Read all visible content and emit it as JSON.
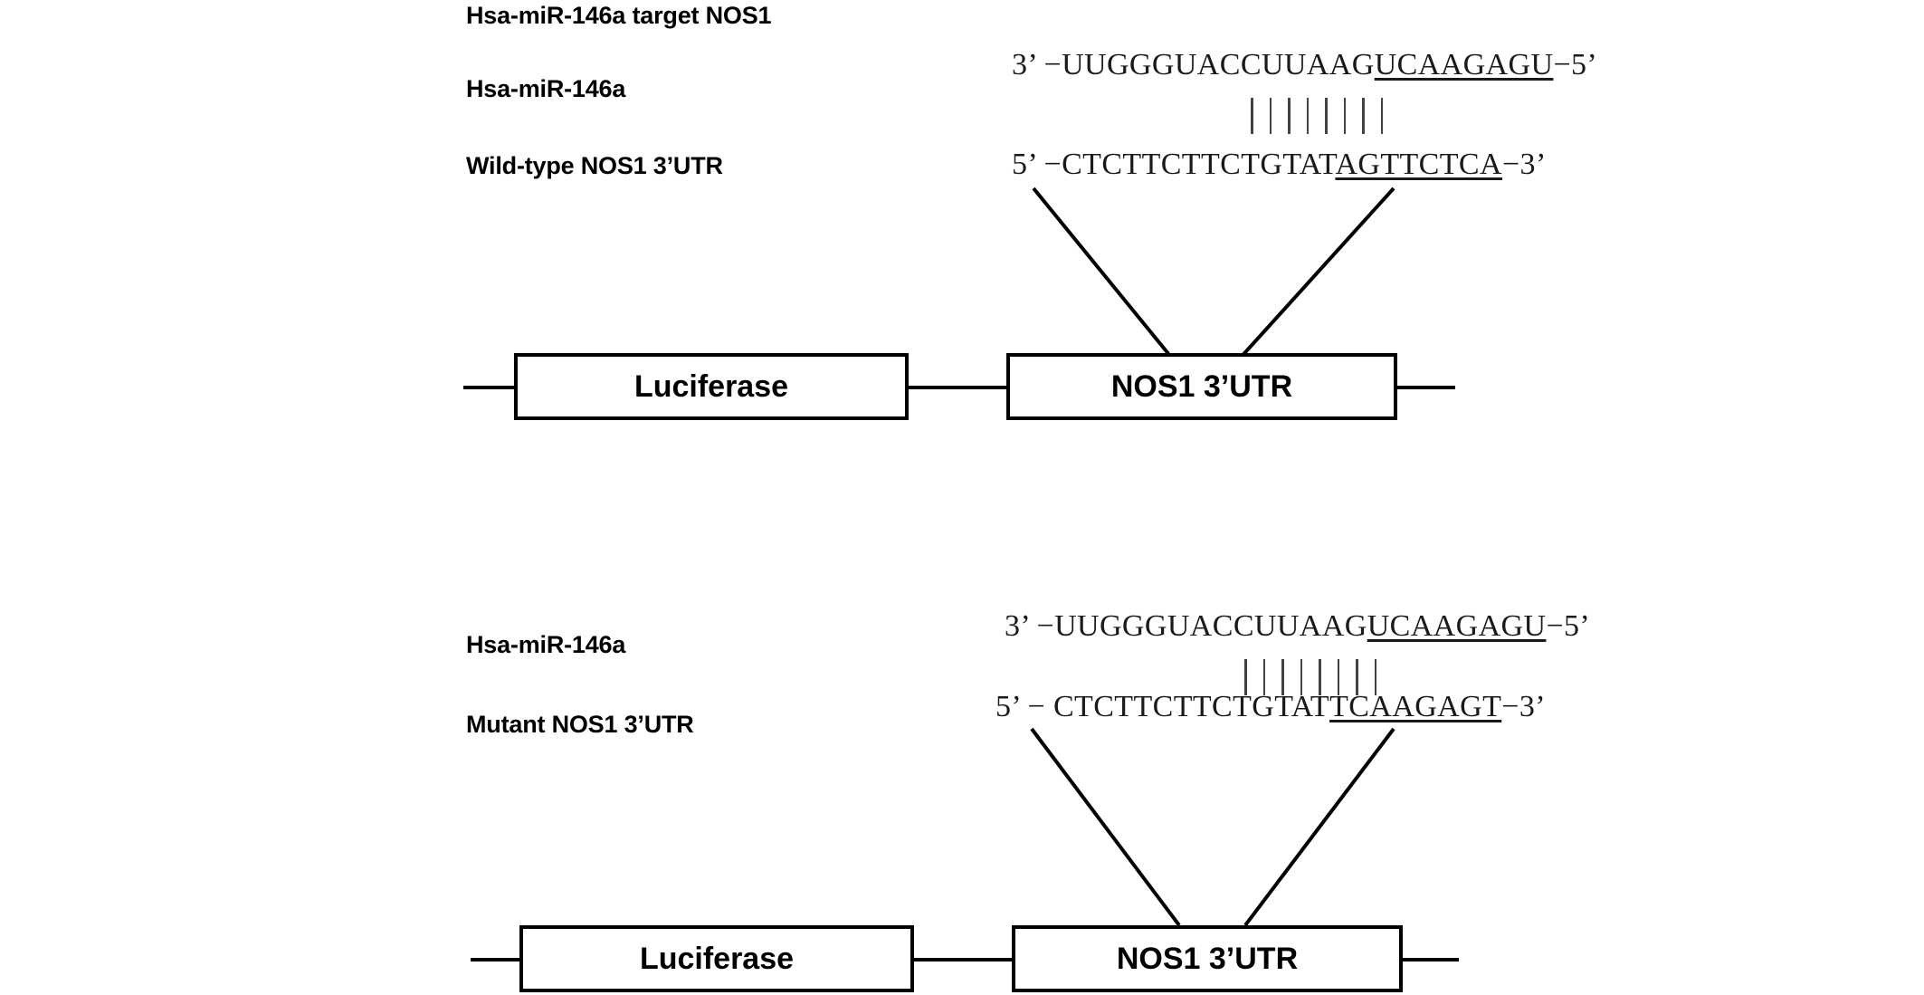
{
  "figure": {
    "title": "Hsa-miR-146a target NOS1",
    "background_color": "#ffffff",
    "line_color": "#000000"
  },
  "panels": [
    {
      "id": "wild-type",
      "mirna_label": "Hsa-miR-146a",
      "utr_label": "Wild-type NOS1 3’UTR",
      "mirna_sequence": {
        "prime_start": "3’ −UUGGGUACCUUAAG",
        "seed_match": "UCAAGAGU",
        "prime_end": "−5’",
        "full": "3’ −UUGGGUACCUUAAGUCAAGAGU−5’"
      },
      "utr_sequence": {
        "prime_start": "5’ −CTCTTCTTCTGTAT",
        "seed_match": "AGTTCTCA",
        "prime_end": "−3’",
        "full": "5’ −CTCTTCTTCTGTATAGTTCTCA−3’"
      },
      "pairing_bars": 8,
      "construct": {
        "reporter_box_label": "Luciferase",
        "utr_box_label": "NOS1 3’UTR"
      }
    },
    {
      "id": "mutant",
      "mirna_label": "Hsa-miR-146a",
      "utr_label": "Mutant NOS1 3’UTR",
      "mirna_sequence": {
        "prime_start": "3’ −UUGGGUACCUUAAG",
        "seed_match": "UCAAGAGU",
        "prime_end": "−5’",
        "full": "3’ −UUGGGUACCUUAAGUCAAGAGU−5’"
      },
      "utr_sequence": {
        "prime_start": "5’ −  CTCTTCTTCTGTAT",
        "seed_match": "TCAAGAGT",
        "prime_end": "−3’",
        "full": "5’ −  CTCTTCTTCTGTATTCAAGAGT−3’"
      },
      "pairing_bars": 8,
      "construct": {
        "reporter_box_label": "Luciferase",
        "utr_box_label": "NOS1 3’UTR"
      }
    }
  ]
}
